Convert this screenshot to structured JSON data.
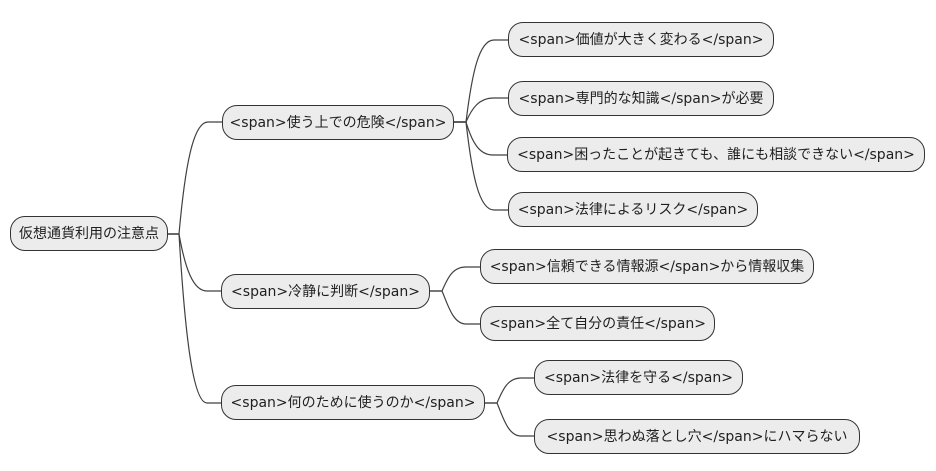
{
  "style": {
    "node_fill": "#ececec",
    "node_border": "#333333",
    "connector_color": "#404040",
    "text_color": "#1f1f1f",
    "background": "#ffffff"
  },
  "mindmap": {
    "root": {
      "label": "仮想通貨利用の注意点"
    },
    "branches": [
      {
        "label": "<span>使う上での危険</span>",
        "children": [
          {
            "label": "<span>価値が大きく変わる</span>"
          },
          {
            "label": "<span>専門的な知識</span>が必要"
          },
          {
            "label": "<span>困ったことが起きても、誰にも相談できない</span>"
          },
          {
            "label": "<span>法律によるリスク</span>"
          }
        ]
      },
      {
        "label": "<span>冷静に判断</span>",
        "children": [
          {
            "label": "<span>信頼できる情報源</span>から情報収集"
          },
          {
            "label": "<span>全て自分の責任</span>"
          }
        ]
      },
      {
        "label": "<span>何のために使うのか</span>",
        "children": [
          {
            "label": "<span>法律を守る</span>"
          },
          {
            "label": "<span>思わぬ落とし穴</span>にハマらない"
          }
        ]
      }
    ]
  }
}
